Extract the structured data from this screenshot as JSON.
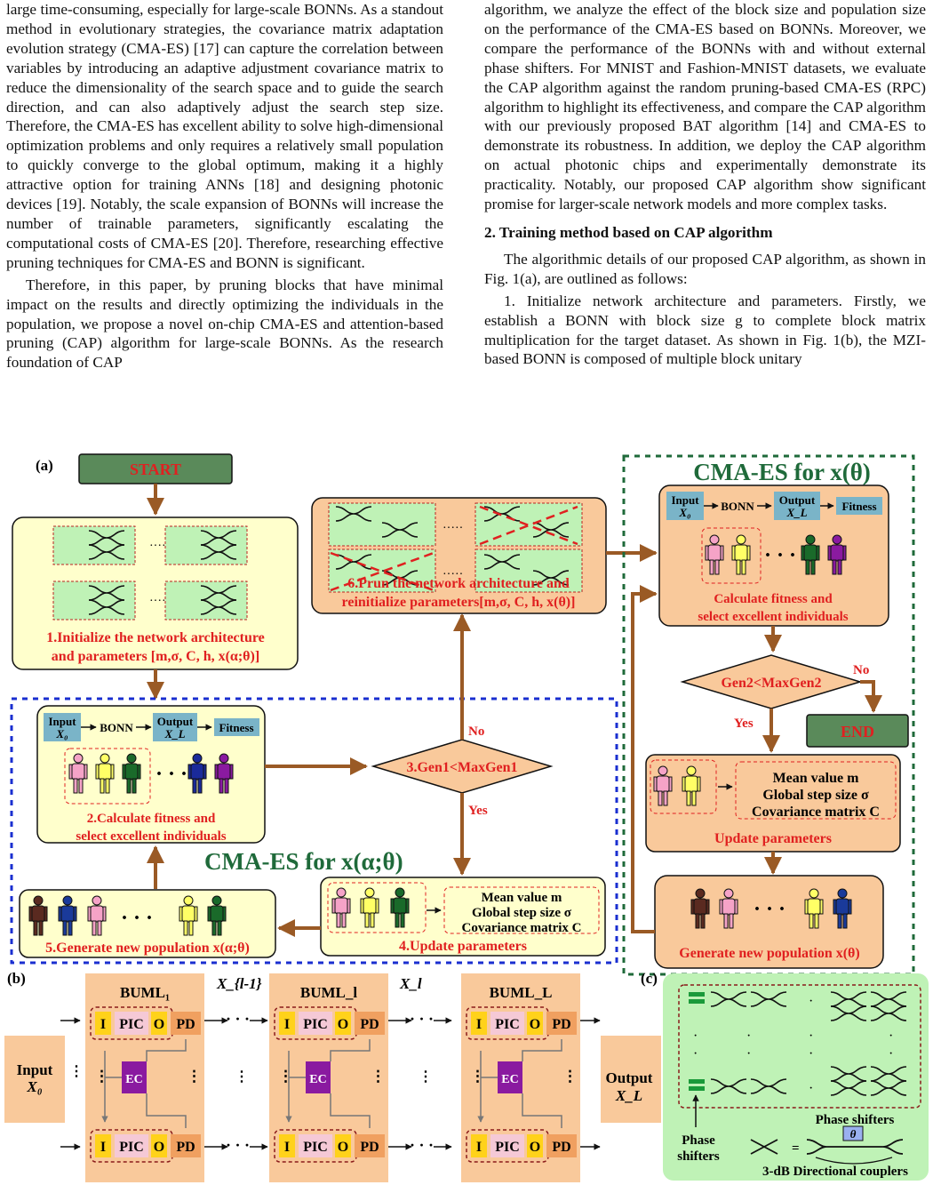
{
  "left_column": {
    "p1": "large time-consuming, especially for large-scale BONNs. As a standout method in evolutionary strategies, the covariance matrix adaptation evolution strategy (CMA-ES) [17] can capture the correlation between variables by introducing an adaptive adjustment covariance matrix to reduce the dimensionality of the search space and to guide the search direction, and can also adaptively adjust the search step size. Therefore, the CMA-ES has excellent ability to solve high-dimensional optimization problems and only requires a relatively small population to quickly converge to the global optimum, making it a highly attractive option for training ANNs [18] and designing photonic devices [19]. Notably, the scale expansion of BONNs will increase the number of trainable parameters, significantly escalating the computational costs of CMA-ES [20]. Therefore, researching effective pruning techniques for CMA-ES and BONN is significant.",
    "p2": "Therefore, in this paper, by pruning blocks that have minimal impact on the results and directly optimizing the individuals in the population, we propose a novel on-chip CMA-ES and attention-based pruning (CAP) algorithm for large-scale BONNs. As the research foundation of CAP"
  },
  "right_column": {
    "p1": "algorithm, we analyze the effect of the block size and population size on the performance of the CMA-ES based on BONNs. Moreover, we compare the performance of the BONNs with and without external phase shifters. For MNIST and Fashion-MNIST datasets, we evaluate the CAP algorithm against the random pruning-based CMA-ES (RPC) algorithm to highlight its effectiveness, and compare the CAP algorithm with our previously proposed BAT algorithm [14] and CMA-ES to demonstrate its robustness. In addition, we deploy the CAP algorithm on actual photonic chips and experimentally demonstrate its practicality. Notably, our proposed CAP algorithm show significant promise for larger-scale network models and more complex tasks.",
    "section_heading": "2. Training method based on CAP algorithm",
    "p2": "The algorithmic details of our proposed CAP algorithm, as shown in Fig. 1(a), are outlined as follows:",
    "p3": "1. Initialize network architecture and parameters. Firstly, we establish a BONN with block size g to complete block matrix multiplication for the target dataset. As shown in Fig. 1(b), the MZI-based BONN is composed of multiple block unitary"
  },
  "figure": {
    "panel_a": "(a)",
    "panel_b": "(b)",
    "panel_c": "(c)",
    "start": "START",
    "end": "END",
    "step1_line1": "1.Initialize the network architecture",
    "step1_line2": "and parameters [m,σ, C, h, x(α;θ)]",
    "step2_line1": "2.Calculate fitness and",
    "step2_line2": "select excellent individuals",
    "step3": "3.Gen1<MaxGen1",
    "step4": "4.Update parameters",
    "step5": "5.Generate new population x(α;θ)",
    "step6_line1": "6.Prun the network architecture and",
    "step6_line2": "reinitialize parameters[m,σ, C, h, x(θ)]",
    "cma_alpha_title": "CMA-ES for x(α;θ)",
    "cma_theta_title": "CMA-ES for x(θ)",
    "calc_fit_line1": "Calculate fitness and",
    "calc_fit_line2": "select excellent individuals",
    "gen2": "Gen2<MaxGen2",
    "update_params": "Update parameters",
    "gen_new_pop": "Generate new population x(θ)",
    "yes": "Yes",
    "no": "No",
    "input": "Input",
    "output": "Output",
    "bonn": "BONN",
    "fitness": "Fitness",
    "x0": "X₀",
    "xl": "X_L",
    "mean_value": "Mean value m",
    "global_step": "Global step size σ",
    "cov_matrix": "Covariance matrix C",
    "buml_1": "BUML₁",
    "buml_l": "BUML_l",
    "buml_L": "BUML_L",
    "x_lm1": "X_{l-1}",
    "x_l": "X_l",
    "block_i": "I",
    "block_pic": "PIC",
    "block_o": "O",
    "block_pd": "PD",
    "block_ec": "EC",
    "input_x0_line1": "Input",
    "input_x0_line2": "X₀",
    "output_xl_line1": "Output",
    "output_xl_line2": "X_L",
    "phase_shifters_top": "Phase shifters",
    "phase_shifters_left_1": "Phase",
    "phase_shifters_left_2": "shifters",
    "theta": "θ",
    "equals": "=",
    "couplers": "3-dB Directional couplers",
    "colors": {
      "yellow_box": "#ffffcc",
      "orange_box": "#f9c99b",
      "green_box": "#bff2b6",
      "start_end": "#5a8a5a",
      "accent_red": "#e02020",
      "dashed_blue": "#1a2fd0",
      "dashed_green": "#1f6a3a",
      "arrow_brown": "#9a5a25",
      "title_green": "#1f6a3a"
    }
  }
}
